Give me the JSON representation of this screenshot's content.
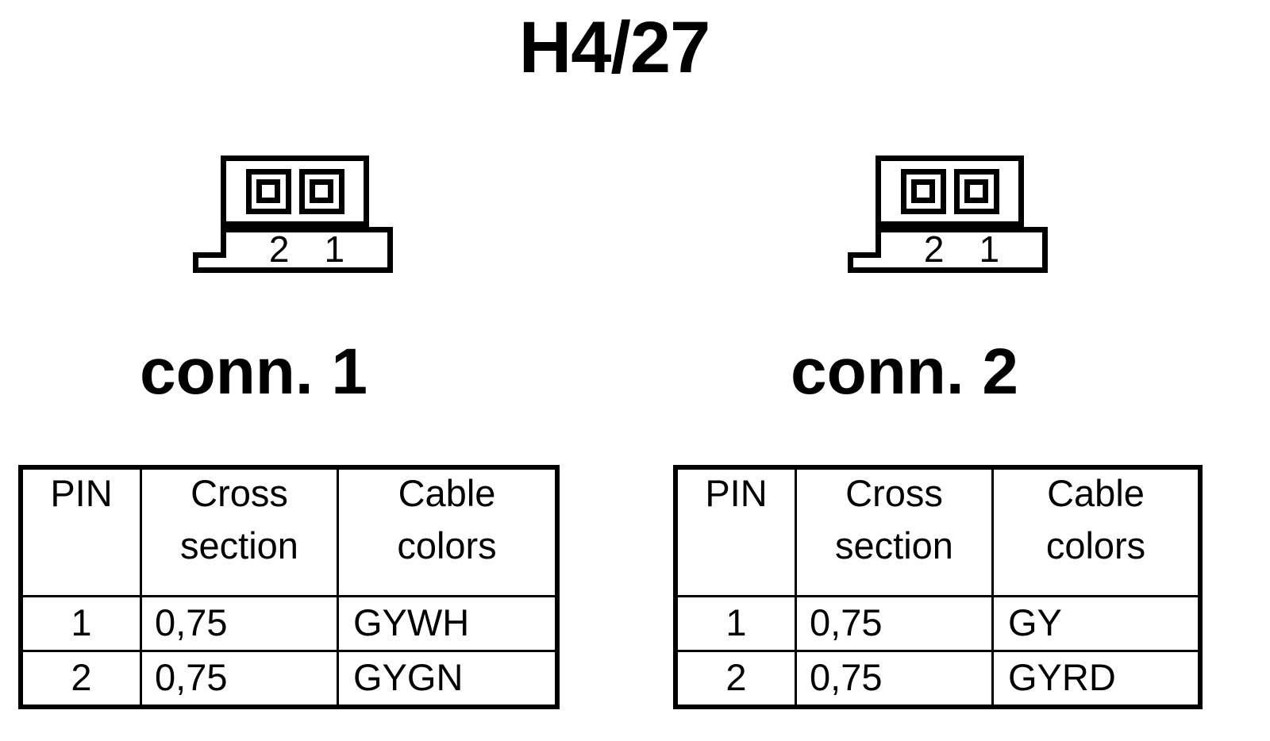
{
  "title": "H4/27",
  "connectors": [
    {
      "id": "conn-1",
      "heading": "conn. 1",
      "pin_labels": [
        "2",
        "1"
      ],
      "pin_count": 2,
      "table": {
        "headers": {
          "pin": "PIN",
          "cross_line1": "Cross",
          "cross_line2": "section",
          "colors_line1": "Cable",
          "colors_line2": "colors"
        },
        "rows": [
          {
            "pin": "1",
            "cross_section": "0,75",
            "cable_colors": "GYWH"
          },
          {
            "pin": "2",
            "cross_section": "0,75",
            "cable_colors": "GYGN"
          }
        ]
      }
    },
    {
      "id": "conn-2",
      "heading": "conn. 2",
      "pin_labels": [
        "2",
        "1"
      ],
      "pin_count": 2,
      "table": {
        "headers": {
          "pin": "PIN",
          "cross_line1": "Cross",
          "cross_line2": "section",
          "colors_line1": "Cable",
          "colors_line2": "colors"
        },
        "rows": [
          {
            "pin": "1",
            "cross_section": "0,75",
            "cable_colors": "GY"
          },
          {
            "pin": "2",
            "cross_section": "0,75",
            "cable_colors": "GYRD"
          }
        ]
      }
    }
  ],
  "colors": {
    "ink": "#000000",
    "background": "#ffffff"
  }
}
